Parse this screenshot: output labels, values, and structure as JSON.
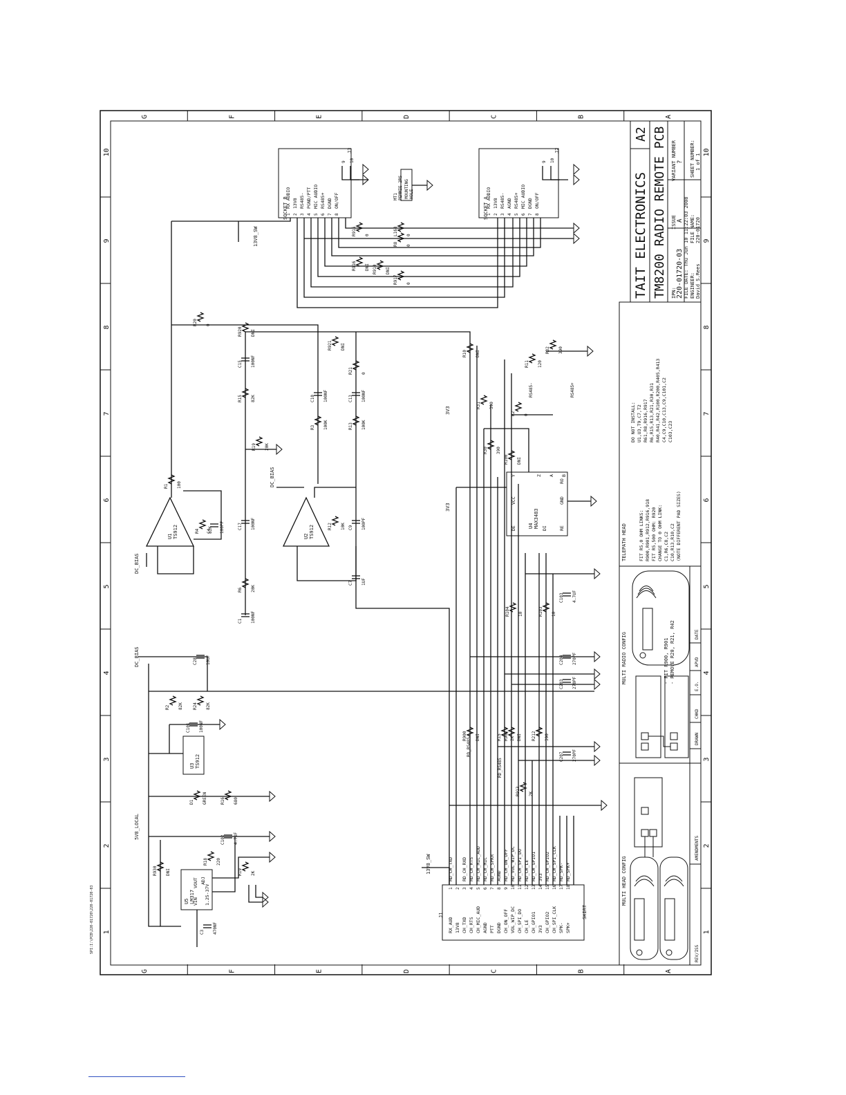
{
  "title_block": {
    "company": "TAIT ELECTRONICS",
    "title": "TM8200 RADIO REMOTE PCB",
    "rev": "A2",
    "ipn_label": "IPN:",
    "ipn": "220-01720-03",
    "issue_label": "ISSUE",
    "issue": "A",
    "variant_label": "VARIANT NUMBER",
    "variant": "?",
    "file_date": "FILE DATE: Thu Jun 10 11:22:03 2008",
    "engineer_label": "ENGINEER:",
    "engineer": "David S.Rees",
    "file_name_label": "FILE NAME:",
    "file_name": "220-01720",
    "sheet_label": "SHEET NUMBER:",
    "sheet": "1 of 1"
  },
  "grid": {
    "numbers": [
      "1",
      "2",
      "3",
      "4",
      "5",
      "6",
      "7",
      "8",
      "9",
      "10"
    ],
    "letters": [
      "G",
      "F",
      "E",
      "D",
      "C",
      "B",
      "A"
    ]
  },
  "notes": {
    "telepath_title": "TELEPATH HEAD",
    "telepath_lines": [
      "FIT R5,0 OHM LINKS:",
      "R900,R901,R912,R916,918",
      "FIT R5,500 OHM: R920",
      "CHANGE TO 0 OHM LINK:",
      "C1,R6,C8,C2",
      "C10,R13,R10,C2",
      "(NOTE DIFFERENT PAD SIZES)"
    ],
    "dni_title": "DO NOT INSTALL:",
    "dni_lines": [
      "U1,U3,T9,C7,T2",
      "R61,R8,R916,R917",
      "R6,R15,R13,R21,R30,R31",
      "R40,R41,R42,R100,R200,R405,R413",
      "C4,C9,C10,C13,C9,C101,C2",
      "C103,C23"
    ]
  },
  "multi_radio": {
    "title": "MULTI RADIO CONFIG",
    "lines": [
      "- FIT R900, R901",
      "- REMOVE R20, R21, R42"
    ]
  },
  "multi_head": {
    "title": "MULTI HEAD CONFIG"
  },
  "rev_table": {
    "headers": [
      "REV/ISS",
      "AMENDMENTS",
      "DRAWN",
      "CHKD",
      "E.O.",
      "APVD",
      "DATE"
    ]
  },
  "j1": {
    "label": "J1",
    "bottom": "SKIRT",
    "pins": [
      {
        "n": "1",
        "name": "RX_AUD",
        "net": "RD_CH_TXD"
      },
      {
        "n": "2",
        "name": "13V8",
        "net": ""
      },
      {
        "n": "3",
        "name": "CH_TXD",
        "net": "RD_CH_RXD"
      },
      {
        "n": "4",
        "name": "CH_RTS",
        "net": "RD_CH_RTS"
      },
      {
        "n": "5",
        "name": "CH_MIC_AUD",
        "net": "RD_CH_MIC_AUD"
      },
      {
        "n": "6",
        "name": "AGND",
        "net": "RD_CH_MIC"
      },
      {
        "n": "7",
        "name": "PTT",
        "net": "RD_CH_SPKR"
      },
      {
        "n": "8",
        "name": "DGND",
        "net": "AGND"
      },
      {
        "n": "9",
        "name": "CH_ON_OFF",
        "net": "RD_CH_ON_OFF"
      },
      {
        "n": "10",
        "name": "VOL_WIP_DC",
        "net": "RD_VOL_WIP_DC"
      },
      {
        "n": "11",
        "name": "CH_SPI_DO",
        "net": "RD_CH_SPI_DO"
      },
      {
        "n": "12",
        "name": "CH_LE",
        "net": "RD_CH_LE"
      },
      {
        "n": "13",
        "name": "CH_GPIO1",
        "net": "RD_CH_GPIO1"
      },
      {
        "n": "14",
        "name": "3V3",
        "net": "3V3"
      },
      {
        "n": "15",
        "name": "CH_GPIO2",
        "net": "RD_CH_GPIO2"
      },
      {
        "n": "16",
        "name": "CH_SPI_CLK",
        "net": "RD_CH_SPI_CLK"
      },
      {
        "n": "17",
        "name": "SPK-",
        "net": "RD_SPK-"
      },
      {
        "n": "18",
        "name": "SPK+",
        "net": "RD_SPK+"
      }
    ]
  },
  "j2": {
    "label": "J2",
    "title": "SOCKET A",
    "pins": [
      {
        "n": "1",
        "name": "RX AUDIO"
      },
      {
        "n": "2",
        "name": "13V8"
      },
      {
        "n": "3",
        "name": "RS485-"
      },
      {
        "n": "4",
        "name": "AGND"
      },
      {
        "n": "5",
        "name": "RS485+"
      },
      {
        "n": "6",
        "name": "MIC AUDIO"
      },
      {
        "n": "7",
        "name": "DGND"
      },
      {
        "n": "8",
        "name": "ON/OFF"
      },
      {
        "n": "9",
        "name": "SHELL"
      },
      {
        "n": "10",
        "name": "SHELL"
      }
    ]
  },
  "j3": {
    "label": "J3",
    "title": "SOCKET B",
    "pins": [
      {
        "n": "1",
        "name": "RX AUDIO"
      },
      {
        "n": "2",
        "name": "13V8"
      },
      {
        "n": "3",
        "name": "RS485-"
      },
      {
        "n": "4",
        "name": "PGND/PTT"
      },
      {
        "n": "5",
        "name": "MIC AUDIO"
      },
      {
        "n": "6",
        "name": "RS485+"
      },
      {
        "n": "7",
        "name": "DGND"
      },
      {
        "n": "8",
        "name": "ON/OFF"
      },
      {
        "n": "9",
        "name": "SHELL"
      },
      {
        "n": "10",
        "name": "SHELL"
      }
    ]
  },
  "mounting": {
    "ref": "MT1",
    "part": "PEMMIE 2RS",
    "lines": [
      "MOUNTING",
      "HOLE"
    ]
  },
  "ics": [
    {
      "id": "U1",
      "ref": "U1",
      "part": "TS912"
    },
    {
      "id": "U2",
      "ref": "U2",
      "part": "TS912"
    },
    {
      "id": "U3",
      "ref": "U3",
      "part": "TS912"
    },
    {
      "id": "U4",
      "ref": "U4",
      "part": "MAX3483"
    },
    {
      "id": "U5",
      "ref": "U5",
      "part": "LM317"
    }
  ],
  "u4_pins": [
    "RO",
    "RE",
    "DE",
    "DI",
    "VCC",
    "GND",
    "A",
    "B",
    "Y",
    "Z"
  ],
  "u5_pins": [
    "VIN",
    "VOUT",
    "ADJ",
    "1.25-37V"
  ],
  "nets": [
    "13V8_SW",
    "13V8_SW",
    "DC_BIAS",
    "DC_BIAS",
    "DC_BIAS",
    "5V8_LOCAL",
    "3V3",
    "3V3",
    "RS485-",
    "RS485+",
    "RD_RS485",
    "RD_RS485",
    "GREEN",
    "DNI"
  ],
  "components": [
    {
      "id": "R1",
      "ref": "R1",
      "val": "100"
    },
    {
      "id": "R4",
      "ref": "R4",
      "val": "82K"
    },
    {
      "id": "C4",
      "ref": "C4",
      "val": "100PF"
    },
    {
      "id": "C17",
      "ref": "C17",
      "val": "100NF"
    },
    {
      "id": "C1",
      "ref": "C1",
      "val": "100NF"
    },
    {
      "id": "R6",
      "ref": "R6",
      "val": "20K"
    },
    {
      "id": "R15",
      "ref": "R15",
      "val": "82K"
    },
    {
      "id": "C15",
      "ref": "C15",
      "val": "100NF"
    },
    {
      "id": "R920",
      "ref": "R920",
      "val": "DNI"
    },
    {
      "id": "R20",
      "ref": "R20",
      "val": "0"
    },
    {
      "id": "R19",
      "ref": "R19",
      "val": "20K"
    },
    {
      "id": "C10",
      "ref": "C10",
      "val": "100NF"
    },
    {
      "id": "R3",
      "ref": "R3",
      "val": "100K"
    },
    {
      "id": "R13",
      "ref": "R13",
      "val": "100K"
    },
    {
      "id": "C13",
      "ref": "C13",
      "val": "100NF"
    },
    {
      "id": "R21",
      "ref": "R21",
      "val": "0"
    },
    {
      "id": "R921",
      "ref": "R921",
      "val": "DNI"
    },
    {
      "id": "R12",
      "ref": "R12",
      "val": "10K"
    },
    {
      "id": "C9",
      "ref": "C9",
      "val": "100PF"
    },
    {
      "id": "C7",
      "ref": "C7",
      "val": "1UF"
    },
    {
      "id": "R10",
      "ref": "R10",
      "val": "DNI"
    },
    {
      "id": "R31",
      "ref": "R31",
      "val": "390"
    },
    {
      "id": "R30",
      "ref": "R30",
      "val": "390"
    },
    {
      "id": "R32",
      "ref": "R32",
      "val": "390"
    },
    {
      "id": "R2",
      "ref": "R2",
      "val": "0"
    },
    {
      "id": "R11",
      "ref": "R11",
      "val": "120"
    },
    {
      "id": "R100",
      "ref": "R100",
      "val": "DNI"
    },
    {
      "id": "C103",
      "ref": "C103",
      "val": "4.7UF"
    },
    {
      "id": "R104",
      "ref": "R104",
      "val": "10"
    },
    {
      "id": "R103",
      "ref": "R103",
      "val": "10"
    },
    {
      "id": "C204",
      "ref": "C204",
      "val": "270PF"
    },
    {
      "id": "C203",
      "ref": "C203",
      "val": "270PF"
    },
    {
      "id": "R212",
      "ref": "R212",
      "val": "390"
    },
    {
      "id": "C207",
      "ref": "C207",
      "val": "270PF"
    },
    {
      "id": "R900",
      "ref": "R900",
      "val": "DNI"
    },
    {
      "id": "R901",
      "ref": "R901",
      "val": "DNI"
    },
    {
      "id": "R913",
      "ref": "R913",
      "val": "2K"
    },
    {
      "id": "R15b",
      "ref": "R15",
      "val": "2K"
    },
    {
      "id": "R2b",
      "ref": "R2",
      "val": "82K"
    },
    {
      "id": "R24",
      "ref": "R24",
      "val": "82K"
    },
    {
      "id": "C28",
      "ref": "C28",
      "val": "10UF"
    },
    {
      "id": "C101",
      "ref": "C101",
      "val": "100NF"
    },
    {
      "id": "R16",
      "ref": "R16",
      "val": "680"
    },
    {
      "id": "D1",
      "ref": "D1",
      "val": "GREEN"
    },
    {
      "id": "C102",
      "ref": "C102",
      "val": "4.7UF"
    },
    {
      "id": "R18",
      "ref": "R18",
      "val": "220"
    },
    {
      "id": "R19b",
      "ref": "R19",
      "val": "2K"
    },
    {
      "id": "R930",
      "ref": "R930",
      "val": "DNI"
    },
    {
      "id": "C3",
      "ref": "C3",
      "val": "470NF"
    },
    {
      "id": "R915",
      "ref": "R915",
      "val": "0"
    },
    {
      "id": "L168",
      "ref": "L168",
      "val": "0"
    },
    {
      "id": "R8",
      "ref": "R8",
      "val": "0"
    },
    {
      "id": "R916",
      "ref": "R916",
      "val": "DNI"
    },
    {
      "id": "R910",
      "ref": "R910",
      "val": "DNI"
    },
    {
      "id": "R917",
      "ref": "R917",
      "val": "0"
    }
  ],
  "footer_note": "SPI:I:\\PCB\\220-01720\\220-01720-03"
}
